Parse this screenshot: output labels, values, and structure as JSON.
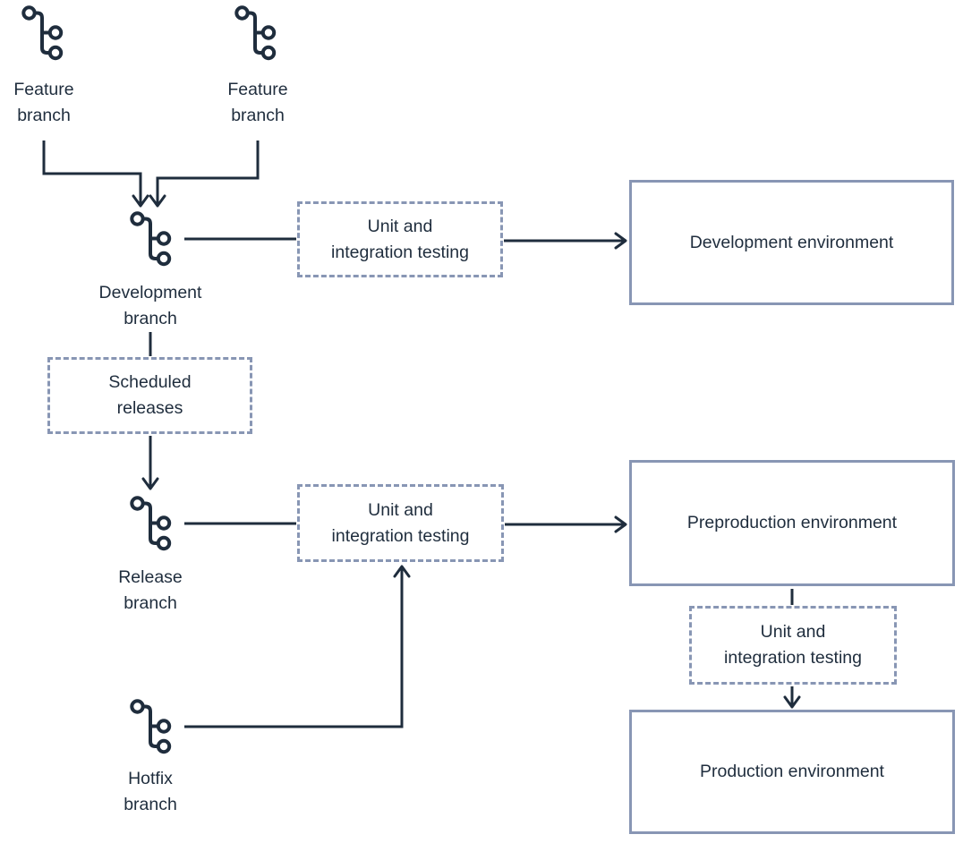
{
  "labels": {
    "feature_branch_1": "Feature\nbranch",
    "feature_branch_2": "Feature\nbranch",
    "development_branch": "Development\nbranch",
    "release_branch": "Release\nbranch",
    "hotfix_branch": "Hotfix\nbranch"
  },
  "process_boxes": {
    "testing_dev": "Unit and\nintegration testing",
    "scheduled_releases": "Scheduled\nreleases",
    "testing_release": "Unit and\nintegration testing",
    "testing_prod": "Unit and\nintegration testing"
  },
  "environment_boxes": {
    "development": "Development environment",
    "preproduction": "Preproduction environment",
    "production": "Production environment"
  },
  "colors": {
    "ink": "#1f2d3d",
    "box_border": "#8896b4",
    "background": "#ffffff"
  }
}
